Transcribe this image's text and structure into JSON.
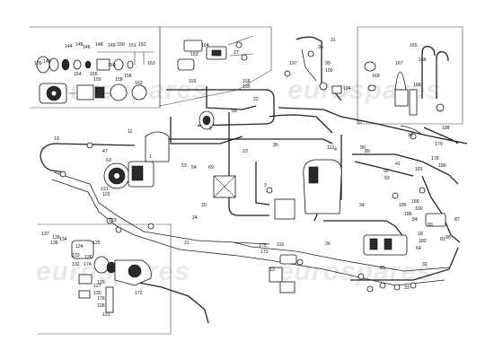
{
  "watermark": {
    "text": "eurospares",
    "color": "#e9e9e9"
  },
  "labels": [
    {
      "id": "l1",
      "text": "1"
    },
    {
      "id": "l2",
      "text": "2"
    },
    {
      "id": "l3",
      "text": "3"
    },
    {
      "id": "l4",
      "text": "4"
    },
    {
      "id": "l11",
      "text": "11"
    },
    {
      "id": "l13",
      "text": "13"
    },
    {
      "id": "l18",
      "text": "18"
    },
    {
      "id": "l19",
      "text": "19"
    },
    {
      "id": "l20",
      "text": "20"
    },
    {
      "id": "l21",
      "text": "21"
    },
    {
      "id": "l22",
      "text": "22"
    },
    {
      "id": "l23",
      "text": "23"
    },
    {
      "id": "l24",
      "text": "24"
    },
    {
      "id": "l25",
      "text": "25"
    },
    {
      "id": "l26",
      "text": "26"
    },
    {
      "id": "l27",
      "text": "27"
    },
    {
      "id": "l31",
      "text": "31"
    },
    {
      "id": "l32",
      "text": "32"
    },
    {
      "id": "l33",
      "text": "33"
    },
    {
      "id": "l34",
      "text": "34"
    },
    {
      "id": "l35",
      "text": "35"
    },
    {
      "id": "l36",
      "text": "36"
    },
    {
      "id": "l37",
      "text": "37"
    },
    {
      "id": "l41",
      "text": "41"
    },
    {
      "id": "l47",
      "text": "47"
    },
    {
      "id": "l53",
      "text": "53"
    },
    {
      "id": "l54",
      "text": "54"
    },
    {
      "id": "l63",
      "text": "63"
    },
    {
      "id": "l64",
      "text": "64"
    },
    {
      "id": "l65",
      "text": "65"
    },
    {
      "id": "l69",
      "text": "69"
    },
    {
      "id": "l81",
      "text": "81"
    },
    {
      "id": "l83",
      "text": "83"
    },
    {
      "id": "l84",
      "text": "84"
    },
    {
      "id": "l86",
      "text": "86"
    },
    {
      "id": "l87",
      "text": "87"
    },
    {
      "id": "l89",
      "text": "89"
    },
    {
      "id": "l90",
      "text": "90"
    },
    {
      "id": "l92",
      "text": "92"
    },
    {
      "id": "l93",
      "text": "93"
    },
    {
      "id": "l96",
      "text": "96"
    },
    {
      "id": "l99",
      "text": "99"
    },
    {
      "id": "l100",
      "text": "100"
    },
    {
      "id": "l112",
      "text": "112"
    },
    {
      "id": "l116",
      "text": "116"
    },
    {
      "id": "l118",
      "text": "118"
    },
    {
      "id": "l119",
      "text": "119"
    },
    {
      "id": "l121",
      "text": "121"
    },
    {
      "id": "l122",
      "text": "122"
    },
    {
      "id": "l123",
      "text": "123"
    },
    {
      "id": "l124",
      "text": "124"
    },
    {
      "id": "l125",
      "text": "125"
    },
    {
      "id": "l126",
      "text": "126"
    },
    {
      "id": "l127",
      "text": "127"
    },
    {
      "id": "l128",
      "text": "128"
    },
    {
      "id": "l129",
      "text": "129"
    },
    {
      "id": "l130",
      "text": "130"
    },
    {
      "id": "l131",
      "text": "131"
    },
    {
      "id": "l132",
      "text": "132"
    },
    {
      "id": "l133",
      "text": "133"
    },
    {
      "id": "l134",
      "text": "134"
    },
    {
      "id": "l135",
      "text": "135"
    },
    {
      "id": "l136",
      "text": "136"
    },
    {
      "id": "l137",
      "text": "137"
    },
    {
      "id": "l139",
      "text": "139"
    },
    {
      "id": "l141",
      "text": "141"
    },
    {
      "id": "l144",
      "text": "144"
    },
    {
      "id": "l145",
      "text": "145"
    },
    {
      "id": "l146",
      "text": "146"
    },
    {
      "id": "l148",
      "text": "148"
    },
    {
      "id": "l149",
      "text": "149"
    },
    {
      "id": "l150",
      "text": "150"
    },
    {
      "id": "l151",
      "text": "151"
    },
    {
      "id": "l152",
      "text": "152"
    },
    {
      "id": "l153",
      "text": "153"
    },
    {
      "id": "l154",
      "text": "154"
    },
    {
      "id": "l155",
      "text": "155"
    },
    {
      "id": "l156",
      "text": "156"
    },
    {
      "id": "l158",
      "text": "158"
    },
    {
      "id": "l159",
      "text": "159"
    },
    {
      "id": "l160",
      "text": "160"
    },
    {
      "id": "l162",
      "text": "162"
    },
    {
      "id": "l163",
      "text": "163"
    },
    {
      "id": "l164",
      "text": "164"
    },
    {
      "id": "l165",
      "text": "165"
    },
    {
      "id": "l166",
      "text": "166"
    },
    {
      "id": "l167",
      "text": "167"
    },
    {
      "id": "l168",
      "text": "168"
    },
    {
      "id": "l169",
      "text": "169"
    },
    {
      "id": "l172",
      "text": "172"
    },
    {
      "id": "l173",
      "text": "173"
    },
    {
      "id": "l174",
      "text": "174"
    },
    {
      "id": "l175",
      "text": "175"
    },
    {
      "id": "l176",
      "text": "176"
    },
    {
      "id": "l178",
      "text": "178"
    },
    {
      "id": "l179",
      "text": "179"
    },
    {
      "id": "l180",
      "text": "180"
    },
    {
      "id": "l181",
      "text": "181"
    },
    {
      "id": "l182",
      "text": "182"
    },
    {
      "id": "l185",
      "text": "185"
    },
    {
      "id": "l186",
      "text": "186"
    },
    {
      "id": "l188",
      "text": "188"
    },
    {
      "id": "l189",
      "text": "189"
    },
    {
      "id": "l190",
      "text": "190"
    },
    {
      "id": "l194",
      "text": "194"
    },
    {
      "id": "l195",
      "text": "195"
    },
    {
      "id": "l197",
      "text": "197"
    }
  ]
}
